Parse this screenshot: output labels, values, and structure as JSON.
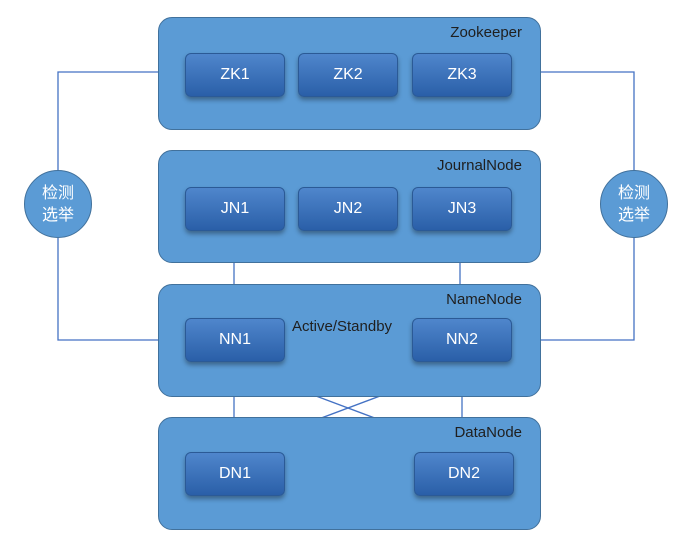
{
  "groups": {
    "zookeeper": "Zookeeper",
    "journalnode": "JournalNode",
    "namenode": "NameNode",
    "datanode": "DataNode"
  },
  "nodes": {
    "zk1": "ZK1",
    "zk2": "ZK2",
    "zk3": "ZK3",
    "jn1": "JN1",
    "jn2": "JN2",
    "jn3": "JN3",
    "nn1": "NN1",
    "nn2": "NN2",
    "dn1": "DN1",
    "dn2": "DN2"
  },
  "election_left": "检测选举",
  "election_right": "检测选举",
  "edge_label": "Active/Standby",
  "colors": {
    "group_fill": "#5b9bd5",
    "node_fill": "#2f68b5",
    "line": "#4472c4"
  }
}
